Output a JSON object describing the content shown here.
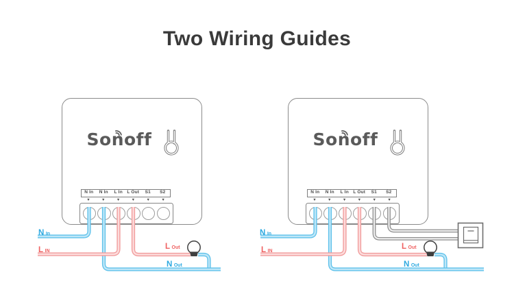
{
  "title": "Two Wiring Guides",
  "device": {
    "brand": "Sonoff",
    "terminals": [
      "N In",
      "N In",
      "L In",
      "L Out",
      "S1",
      "S2"
    ],
    "arrow": "▼"
  },
  "wire_labels": {
    "n_in": {
      "main": "N",
      "sub": "In"
    },
    "l_in": {
      "main": "L",
      "sub": "IN"
    },
    "l_out": {
      "main": "L",
      "sub": "Out"
    },
    "n_out": {
      "main": "N",
      "sub": "Out"
    }
  },
  "colors": {
    "title": "#3a3a3a",
    "neutral_wire": "#5ec1ea",
    "live_wire": "#f19b9b",
    "switch_wire": "#8f8f8f",
    "neutral_label": "#2da9e0",
    "live_label": "#ef6060",
    "device_outline": "#8a8a8a"
  }
}
